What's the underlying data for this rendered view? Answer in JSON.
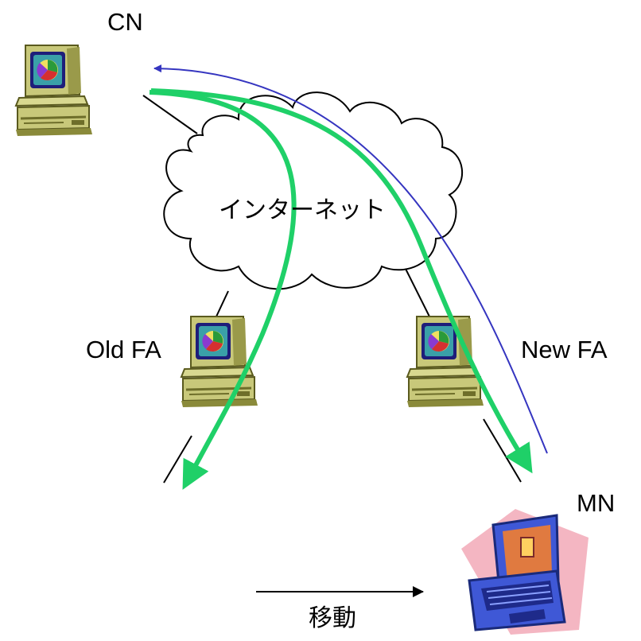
{
  "labels": {
    "cn": "CN",
    "internet": "インターネット",
    "old_fa": "Old FA",
    "new_fa": "New FA",
    "mn": "MN",
    "move": "移動"
  },
  "colors": {
    "tunnel_path": "#1fd068",
    "reply_path": "#3535c0",
    "computer_body": "#c8c87a",
    "computer_shadow": "#6e6e2a",
    "screen": "#1e1e7a",
    "laptop_body": "#3f58d6",
    "laptop_backdrop": "#f4b6c2"
  },
  "icons": [
    "computer-icon",
    "laptop-icon",
    "cloud-icon",
    "arrow-icon"
  ]
}
